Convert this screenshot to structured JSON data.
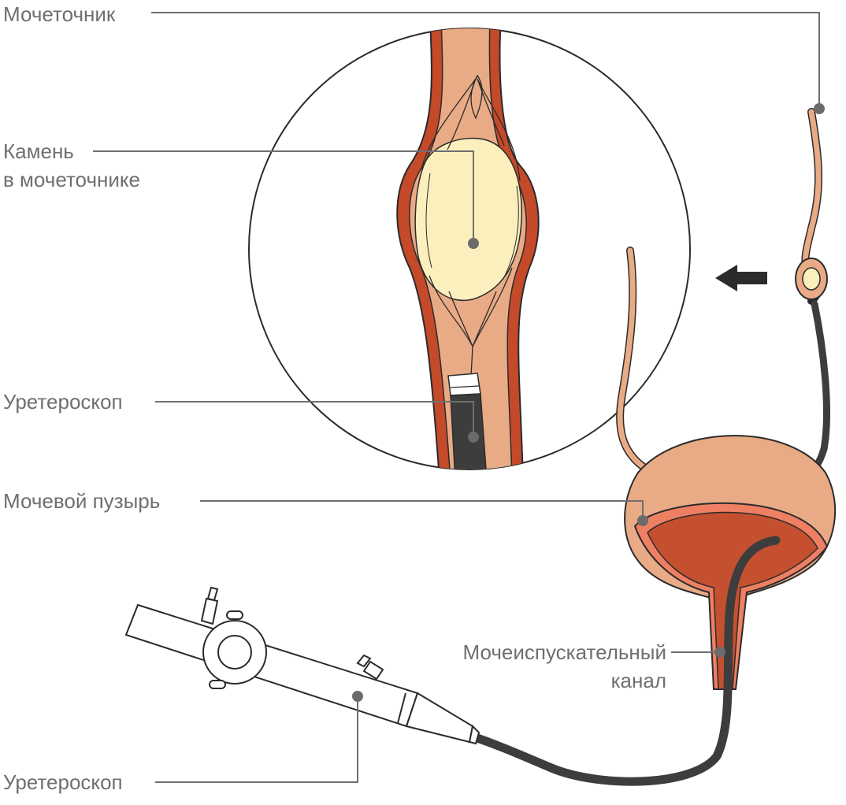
{
  "labels": {
    "ureter": "Мочеточник",
    "stone_line1": "Камень",
    "stone_line2": "в мочеточнике",
    "ureteroscope_inset": "Уретероскоп",
    "bladder": "Мочевой пузырь",
    "urethra_line1": "Мочеиспускательный",
    "urethra_line2": "канал",
    "ureteroscope_device": "Уретероскоп"
  },
  "colors": {
    "outline": "#2b2b2b",
    "tissue": "#e8ab86",
    "ureter_wall": "#c44a2a",
    "stone": "#fbf0bd",
    "bladder_inner": "#c5502f",
    "bladder_lining": "#ef7f63",
    "scope_body": "#3d3d3d",
    "label_text": "#6f6f6f",
    "leader_line": "#6f6f6f",
    "marker": "#6b6b6b"
  },
  "icons": {
    "direction_arrow": "left-arrow-icon"
  }
}
